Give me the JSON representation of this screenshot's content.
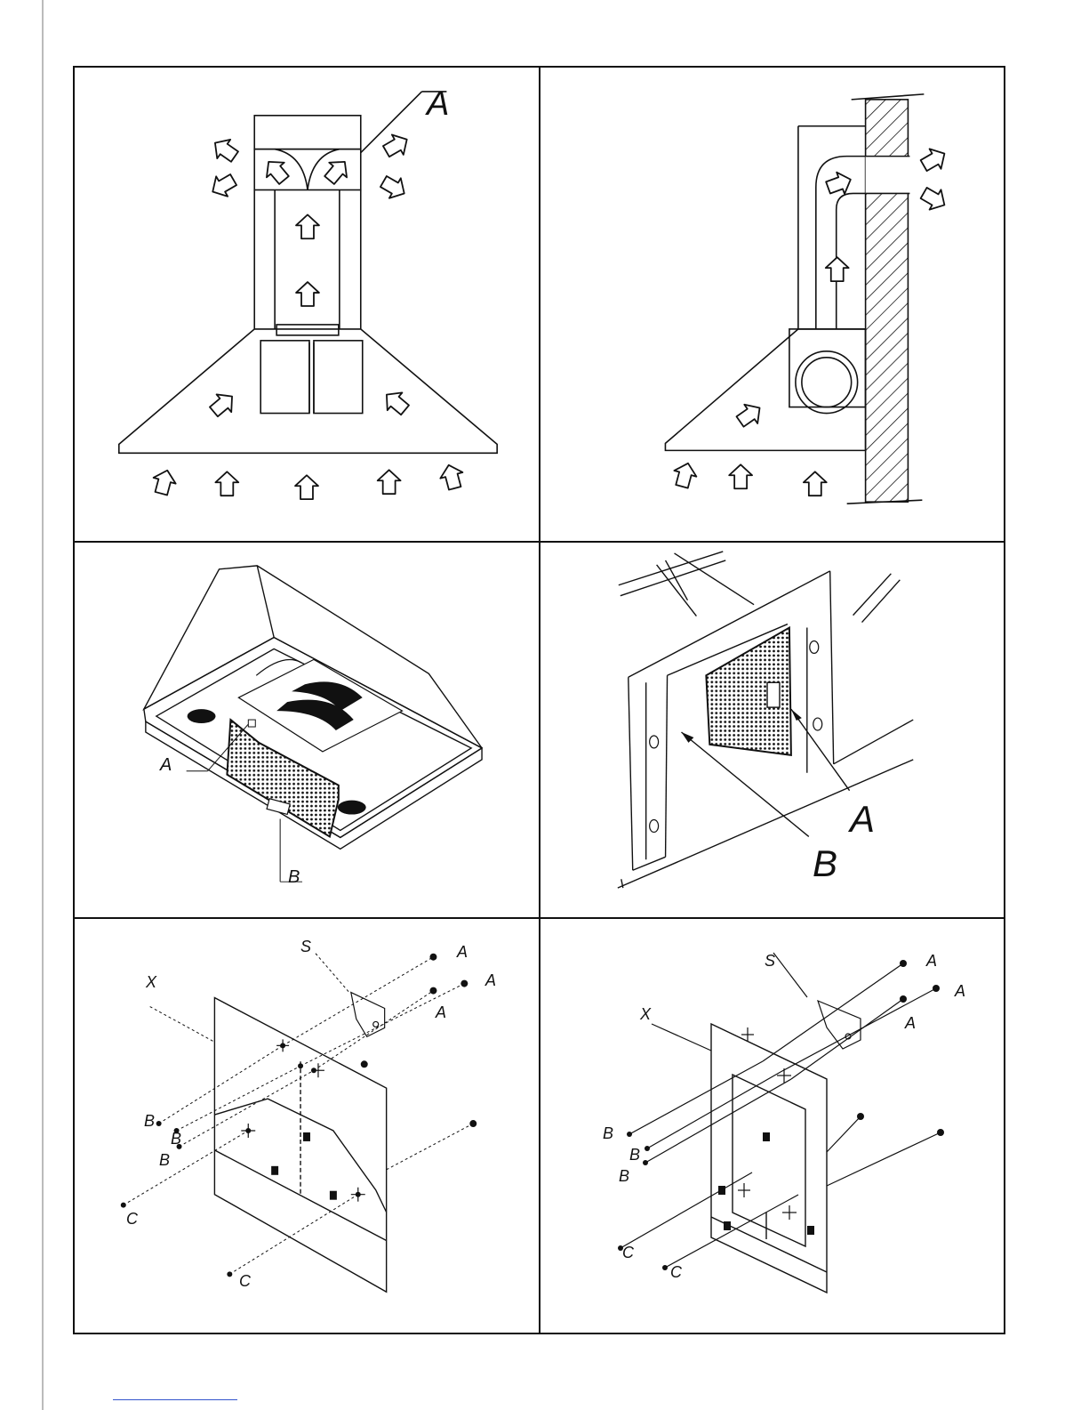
{
  "panels": {
    "recirculation": {
      "labels": {
        "a": "A"
      }
    },
    "ducted": {},
    "grease_filter": {
      "labels": {
        "a": "A",
        "b": "B"
      }
    },
    "filter_detail": {
      "labels": {
        "a": "A",
        "b": "B"
      }
    },
    "mount_left": {
      "labels": {
        "s": "S",
        "x": "X",
        "a1": "A",
        "a2": "A",
        "a3": "A",
        "b1": "B",
        "b2": "B",
        "b3": "B",
        "c1": "C",
        "c2": "C"
      }
    },
    "mount_right": {
      "labels": {
        "s": "S",
        "x": "X",
        "a1": "A",
        "a2": "A",
        "a3": "A",
        "b1": "B",
        "b2": "B",
        "b3": "B",
        "c1": "C",
        "c2": "C"
      }
    }
  },
  "colors": {
    "line": "#111111",
    "page_rule": "#bbbbbb",
    "footer_link": "#3355cc"
  }
}
